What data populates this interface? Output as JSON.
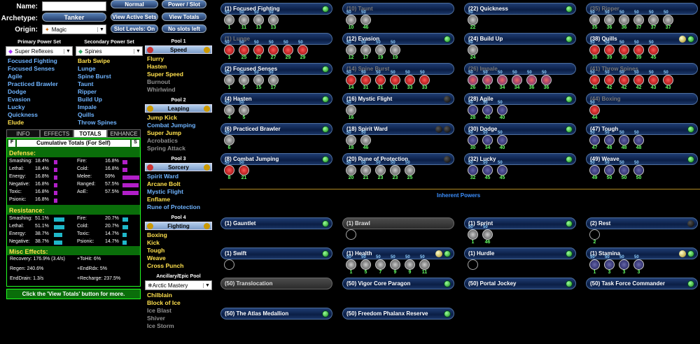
{
  "header": {
    "name_label": "Name:",
    "archetype_label": "Archetype:",
    "origin_label": "Origin:",
    "archetype": "Tanker",
    "origin": "Magic",
    "btn_normal": "Normal",
    "btn_power_slot": "Power / Slot",
    "btn_view_active": "View Active Sets",
    "btn_view_totals": "View Totals",
    "btn_slot_levels": "Slot Levels: On",
    "btn_no_slots": "No slots left"
  },
  "primary": {
    "header": "Primary Power Set",
    "selected": "Super Reflexes",
    "powers": [
      {
        "n": "Focused Fighting",
        "c": "blue"
      },
      {
        "n": "Focused Senses",
        "c": "blue"
      },
      {
        "n": "Agile",
        "c": "blue"
      },
      {
        "n": "Practiced Brawler",
        "c": "blue"
      },
      {
        "n": "Dodge",
        "c": "blue"
      },
      {
        "n": "Evasion",
        "c": "blue"
      },
      {
        "n": "Lucky",
        "c": "blue"
      },
      {
        "n": "Quickness",
        "c": "blue"
      },
      {
        "n": "Elude",
        "c": "yellow"
      }
    ]
  },
  "secondary": {
    "header": "Secondary Power Set",
    "selected": "Spines",
    "powers": [
      {
        "n": "Barb Swipe",
        "c": "yellow"
      },
      {
        "n": "Lunge",
        "c": "blue"
      },
      {
        "n": "Spine Burst",
        "c": "blue"
      },
      {
        "n": "Taunt",
        "c": "blue"
      },
      {
        "n": "Ripper",
        "c": "blue"
      },
      {
        "n": "Build Up",
        "c": "blue"
      },
      {
        "n": "Impale",
        "c": "blue"
      },
      {
        "n": "Quills",
        "c": "blue"
      },
      {
        "n": "Throw Spines",
        "c": "blue"
      }
    ]
  },
  "pools": [
    {
      "title": "Pool 1",
      "name": "Speed",
      "powers": [
        {
          "n": "Flurry",
          "c": "yellow"
        },
        {
          "n": "Hasten",
          "c": "yellow"
        },
        {
          "n": "Super Speed",
          "c": "yellow"
        },
        {
          "n": "Burnout",
          "c": "gray"
        },
        {
          "n": "Whirlwind",
          "c": "gray"
        }
      ]
    },
    {
      "title": "Pool 2",
      "name": "Leaping",
      "powers": [
        {
          "n": "Jump Kick",
          "c": "yellow"
        },
        {
          "n": "Combat Jumping",
          "c": "blue"
        },
        {
          "n": "Super Jump",
          "c": "yellow"
        },
        {
          "n": "Acrobatics",
          "c": "gray"
        },
        {
          "n": "Spring Attack",
          "c": "gray"
        }
      ]
    },
    {
      "title": "Pool 3",
      "name": "Sorcery",
      "powers": [
        {
          "n": "Spirit Ward",
          "c": "blue"
        },
        {
          "n": "Arcane Bolt",
          "c": "yellow"
        },
        {
          "n": "Mystic Flight",
          "c": "blue"
        },
        {
          "n": "Enflame",
          "c": "yellow"
        },
        {
          "n": "Rune of Protection",
          "c": "blue"
        }
      ]
    },
    {
      "title": "Pool 4",
      "name": "Fighting",
      "powers": [
        {
          "n": "Boxing",
          "c": "yellow"
        },
        {
          "n": "Kick",
          "c": "yellow"
        },
        {
          "n": "Tough",
          "c": "yellow"
        },
        {
          "n": "Weave",
          "c": "yellow"
        },
        {
          "n": "Cross Punch",
          "c": "yellow"
        }
      ]
    }
  ],
  "epic": {
    "title": "Ancillary/Epic Pool",
    "selected": "Arctic Mastery",
    "powers": [
      {
        "n": "Chilblain",
        "c": "yellow"
      },
      {
        "n": "Block of Ice",
        "c": "yellow"
      },
      {
        "n": "Ice Blast",
        "c": "gray"
      },
      {
        "n": "Shiver",
        "c": "gray"
      },
      {
        "n": "Ice Storm",
        "c": "gray"
      }
    ]
  },
  "tabs": [
    "INFO",
    "EFFECTS",
    "TOTALS",
    "ENHANCE"
  ],
  "totals": {
    "title": "Cumulative Totals (For Self)",
    "f_label": "F",
    "s_label": "S",
    "defense_title": "Defense:",
    "defense": [
      {
        "a": "Smashing:",
        "av": "18.4%",
        "af": 0.18,
        "b": "Fire:",
        "bv": "16.8%",
        "bf": 0.17
      },
      {
        "a": "Lethal:",
        "av": "18.4%",
        "af": 0.18,
        "b": "Cold:",
        "bv": "16.8%",
        "bf": 0.17
      },
      {
        "a": "Energy:",
        "av": "16.8%",
        "af": 0.17,
        "b": "Melee:",
        "bv": "59%",
        "bf": 0.59
      },
      {
        "a": "Negative:",
        "av": "16.8%",
        "af": 0.17,
        "b": "Ranged:",
        "bv": "57.5%",
        "bf": 0.575
      },
      {
        "a": "Toxic:",
        "av": "16.8%",
        "af": 0.17,
        "b": "AoE:",
        "bv": "57.5%",
        "bf": 0.575
      },
      {
        "a": "Psionic:",
        "av": "16.8%",
        "af": 0.17
      }
    ],
    "resistance_title": "Resistance:",
    "resistance": [
      {
        "a": "Smashing:",
        "av": "51.1%",
        "af": 0.51,
        "b": "Fire:",
        "bv": "20.7%",
        "bf": 0.21
      },
      {
        "a": "Lethal:",
        "av": "51.1%",
        "af": 0.51,
        "b": "Cold:",
        "bv": "20.7%",
        "bf": 0.21
      },
      {
        "a": "Energy:",
        "av": "38.7%",
        "af": 0.39,
        "b": "Toxic:",
        "bv": "14.7%",
        "bf": 0.15
      },
      {
        "a": "Negative:",
        "av": "38.7%",
        "af": 0.39,
        "b": "Psionic:",
        "bv": "14.7%",
        "bf": 0.15
      }
    ],
    "misc_title": "Misc Effects:",
    "misc": [
      {
        "a": "Recovery: 176.9% (3.4/s)",
        "b": "+ToHit: 6%"
      },
      {
        "a": "Regen: 240.6%",
        "b": "+EndRdx: 5%"
      },
      {
        "a": "EndDrain: 1.3/s",
        "b": "+Recharge: 237.5%"
      }
    ]
  },
  "footer": "Click the 'View Totals' button for more.",
  "inherent_label": "Inherent Powers",
  "slots": [
    {
      "t": "(1) Focused Fighting",
      "e": [
        "50",
        "50",
        "50",
        "50"
      ],
      "n": [
        "1",
        "11",
        "13",
        "13"
      ],
      "k": "s",
      "dots": "g"
    },
    {
      "t": "(10) Taunt",
      "e": [
        "50",
        "50"
      ],
      "n": [
        "10",
        "46"
      ],
      "k": "s",
      "dim": true
    },
    {
      "t": "(22) Quickness",
      "e": [
        "50"
      ],
      "n": [
        "22"
      ],
      "k": "s",
      "dots": "g"
    },
    {
      "t": "(35) Ripper",
      "e": [
        "50",
        "50",
        "50",
        "50",
        "50",
        "50"
      ],
      "n": [
        "35",
        "36",
        "36",
        "37",
        "37",
        "37"
      ],
      "k": "s",
      "dim": true
    },
    {
      "t": "(1) Lunge",
      "e": [
        "50",
        "50",
        "50",
        "50",
        "50",
        "50"
      ],
      "n": [
        "1",
        "25",
        "27",
        "27",
        "29",
        "29"
      ],
      "k": "r",
      "dim": true
    },
    {
      "t": "(12) Evasion",
      "e": [
        "50",
        "50",
        "50",
        "50"
      ],
      "n": [
        "12",
        "17",
        "19",
        "19"
      ],
      "k": "s",
      "dots": "g"
    },
    {
      "t": "(24) Build Up",
      "e": [
        "50"
      ],
      "n": [
        "24"
      ],
      "k": "s",
      "dots": "g"
    },
    {
      "t": "(38) Quills",
      "e": [
        "50",
        "50",
        "50",
        "50",
        "50"
      ],
      "n": [
        "38",
        "39",
        "39",
        "39",
        "45"
      ],
      "k": "r",
      "dots": "yg"
    },
    {
      "t": "(2) Focused Senses",
      "e": [
        "50",
        "50",
        "50",
        "50"
      ],
      "n": [
        "1",
        "5",
        "15",
        "17"
      ],
      "k": "s",
      "dots": "g"
    },
    {
      "t": "(14) Spine Burst",
      "e": [
        "50",
        "50",
        "50",
        "50",
        "50",
        "50"
      ],
      "n": [
        "14",
        "31",
        "31",
        "31",
        "33",
        "33"
      ],
      "k": "r",
      "dim": true
    },
    {
      "t": "(26) Impale",
      "e": [
        "50",
        "50",
        "50",
        "50",
        "50",
        "50"
      ],
      "n": [
        "26",
        "33",
        "34",
        "34",
        "36",
        "36"
      ],
      "k": "p",
      "dim": true
    },
    {
      "t": "(41) Throw Spines",
      "e": [
        "50",
        "50",
        "50",
        "50",
        "50",
        "50"
      ],
      "n": [
        "41",
        "42",
        "42",
        "42",
        "43",
        "43"
      ],
      "k": "r",
      "dim": true
    },
    {
      "t": "(4) Hasten",
      "e": [
        "50",
        "50"
      ],
      "n": [
        "4",
        "5"
      ],
      "k": "s",
      "dots": "g"
    },
    {
      "t": "(16) Mystic Flight",
      "e": [
        "50"
      ],
      "n": [
        "16"
      ],
      "k": "s",
      "dots": "b"
    },
    {
      "t": "(28) Agile",
      "e": [
        "50",
        "50",
        "50"
      ],
      "n": [
        "28",
        "40",
        "40"
      ],
      "k": "d",
      "dots": "g"
    },
    {
      "t": "(44) Boxing",
      "e": [
        "50"
      ],
      "n": [
        "44"
      ],
      "k": "r",
      "dim": true
    },
    {
      "t": "(6) Practiced Brawler",
      "e": [
        "50"
      ],
      "n": [
        "6"
      ],
      "k": "s",
      "dots": "g"
    },
    {
      "t": "(18) Spirit Ward",
      "e": [
        "50",
        "50"
      ],
      "n": [
        "18",
        "46"
      ],
      "k": "s",
      "dots": "bb"
    },
    {
      "t": "(30) Dodge",
      "e": [
        "50",
        "50",
        "50"
      ],
      "n": [
        "30",
        "34",
        "40"
      ],
      "k": "d",
      "dots": "g"
    },
    {
      "t": "(47) Tough",
      "e": [
        "50",
        "50",
        "50",
        "50"
      ],
      "n": [
        "47",
        "48",
        "48",
        "48"
      ],
      "k": "d",
      "dots": "g"
    },
    {
      "t": "(8) Combat Jumping",
      "e": [
        "50",
        "50"
      ],
      "n": [
        "8",
        "21"
      ],
      "k": "r",
      "dots": "g"
    },
    {
      "t": "(20) Rune of Protection",
      "e": [
        "50",
        "50",
        "50",
        "50",
        "50"
      ],
      "n": [
        "20",
        "21",
        "23",
        "23",
        "25"
      ],
      "k": "s",
      "dots": "b"
    },
    {
      "t": "(32) Lucky",
      "e": [
        "50",
        "50",
        "50"
      ],
      "n": [
        "32",
        "45",
        "45"
      ],
      "k": "d",
      "dots": "g"
    },
    {
      "t": "(49) Weave",
      "e": [
        "50",
        "50",
        "50",
        "50"
      ],
      "n": [
        "49",
        "50",
        "50",
        "50"
      ],
      "k": "d",
      "dots": "g"
    }
  ],
  "inherent": [
    {
      "t": "(1) Gauntlet",
      "e": [],
      "n": [],
      "dots": "g"
    },
    {
      "t": "(1) Brawl",
      "e": [
        ""
      ],
      "n": [
        ""
      ],
      "dim": true,
      "gray": true,
      "k": "e"
    },
    {
      "t": "(1) Sprint",
      "e": [
        "50",
        "50"
      ],
      "n": [
        "1",
        "46"
      ],
      "k": "s",
      "dots": "g"
    },
    {
      "t": "(2) Rest",
      "e": [
        ""
      ],
      "n": [
        "2"
      ],
      "k": "e",
      "dots": "b"
    },
    {
      "t": "(1) Swift",
      "e": [
        ""
      ],
      "n": [
        ""
      ],
      "k": "e",
      "dots": "g"
    },
    {
      "t": "(1) Health",
      "e": [
        "50",
        "50",
        "50",
        "50",
        "50",
        "50"
      ],
      "n": [
        "1",
        "5",
        "7",
        "9",
        "9",
        "11"
      ],
      "k": "s",
      "dots": "yg"
    },
    {
      "t": "(1) Hurdle",
      "e": [
        ""
      ],
      "n": [
        ""
      ],
      "k": "e",
      "dots": "g"
    },
    {
      "t": "(1) Stamina",
      "e": [
        "50",
        "50",
        "50",
        "50"
      ],
      "n": [
        "1",
        "3",
        "3",
        "3"
      ],
      "k": "d",
      "dots": "yg"
    },
    {
      "t": "(50) Translocation",
      "e": [],
      "n": [],
      "gray": true,
      "dim": true
    },
    {
      "t": "(50) Vigor Core Paragon",
      "e": [],
      "n": [],
      "dots": "g"
    },
    {
      "t": "(50) Portal Jockey",
      "e": [],
      "n": [],
      "dots": "g"
    },
    {
      "t": "(50) Task Force Commander",
      "e": [],
      "n": [],
      "dots": "g"
    },
    {
      "t": "(50) The Atlas Medallion",
      "e": [],
      "n": [],
      "dots": "g"
    },
    {
      "t": "(50) Freedom Phalanx Reserve",
      "e": [],
      "n": [],
      "dots": "g"
    }
  ]
}
